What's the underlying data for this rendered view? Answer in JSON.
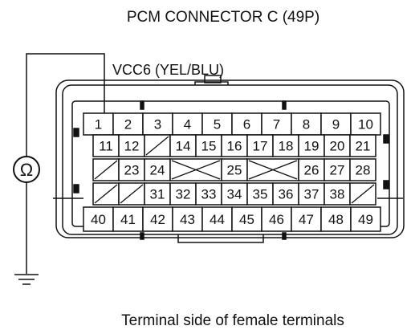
{
  "title": "PCM CONNECTOR C (49P)",
  "wire_label": "VCC6 (YEL/BLU)",
  "caption": "Terminal side of female terminals",
  "meter_symbol": "Ω",
  "colors": {
    "line": "#111111",
    "background": "#ffffff"
  },
  "rows": [
    [
      "1",
      "2",
      "3",
      "4",
      "5",
      "6",
      "7",
      "8",
      "9",
      "10"
    ],
    [
      "11",
      "12",
      "/",
      "14",
      "15",
      "16",
      "17",
      "18",
      "19",
      "20",
      "21"
    ],
    [
      "/",
      "23",
      "24",
      "X",
      "25",
      "X",
      "26",
      "27",
      "28"
    ],
    [
      "/",
      "/",
      "31",
      "32",
      "33",
      "34",
      "35",
      "36",
      "37",
      "38",
      "/"
    ],
    [
      "40",
      "41",
      "42",
      "43",
      "44",
      "45",
      "46",
      "47",
      "48",
      "49"
    ]
  ]
}
